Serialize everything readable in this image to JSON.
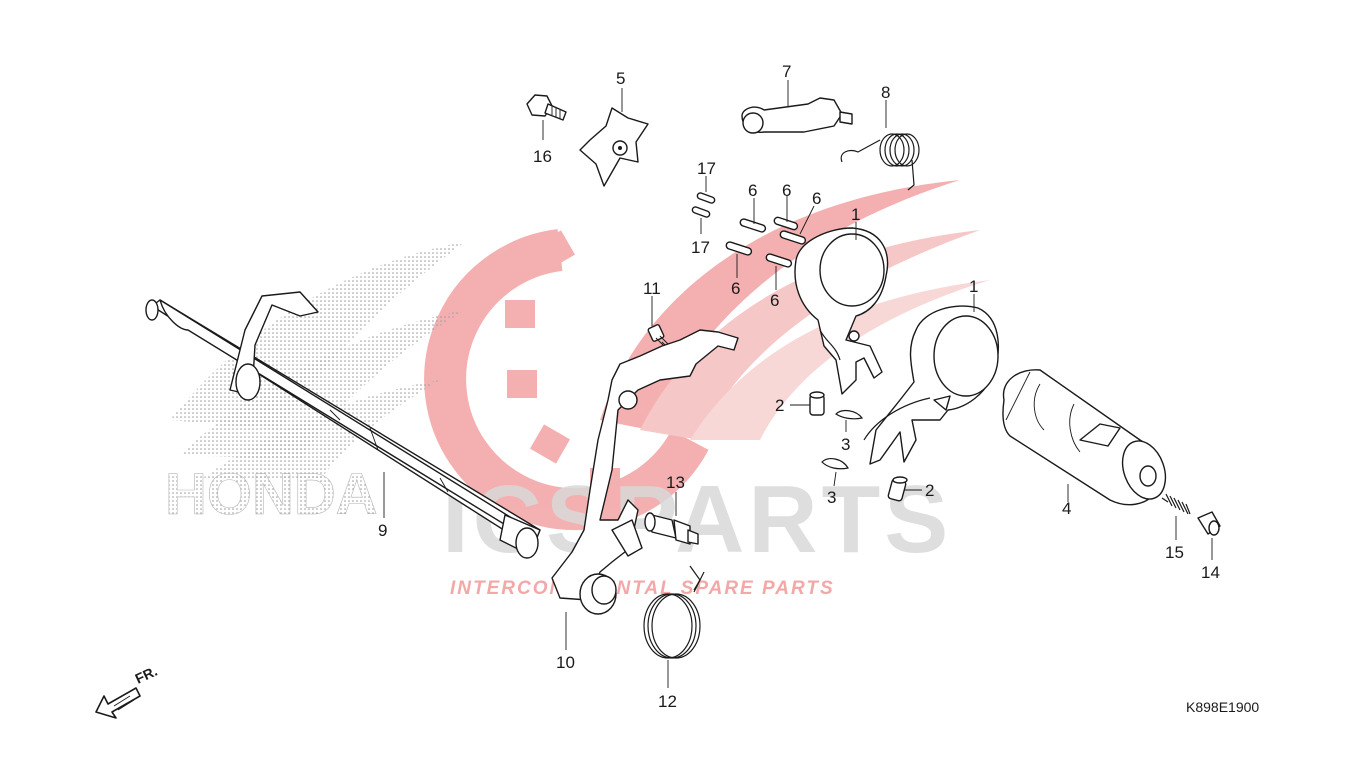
{
  "colors": {
    "ink": "#1a1a1a",
    "watermark_red": "#e8484a",
    "watermark_pink": "#f3a8a8",
    "watermark_grey": "#c9c9c9",
    "dotted_logo": "#9a9a9a"
  },
  "watermark": {
    "brand_text": "ICSPARTS",
    "tagline": "INTERCONTINENTAL SPARE PARTS",
    "background_logo_text": "HONDA"
  },
  "labels": {
    "p1a": "1",
    "p1b": "1",
    "p2a": "2",
    "p2b": "2",
    "p3a": "3",
    "p3b": "3",
    "p4": "4",
    "p5": "5",
    "p6a": "6",
    "p6b": "6",
    "p6c": "6",
    "p6d": "6",
    "p6e": "6",
    "p7": "7",
    "p8": "8",
    "p9": "9",
    "p10": "10",
    "p11": "11",
    "p12": "12",
    "p13": "13",
    "p14": "14",
    "p15": "15",
    "p16": "16",
    "p17a": "17",
    "p17b": "17"
  },
  "front_indicator": "FR.",
  "diagram_code": "K898E1900"
}
